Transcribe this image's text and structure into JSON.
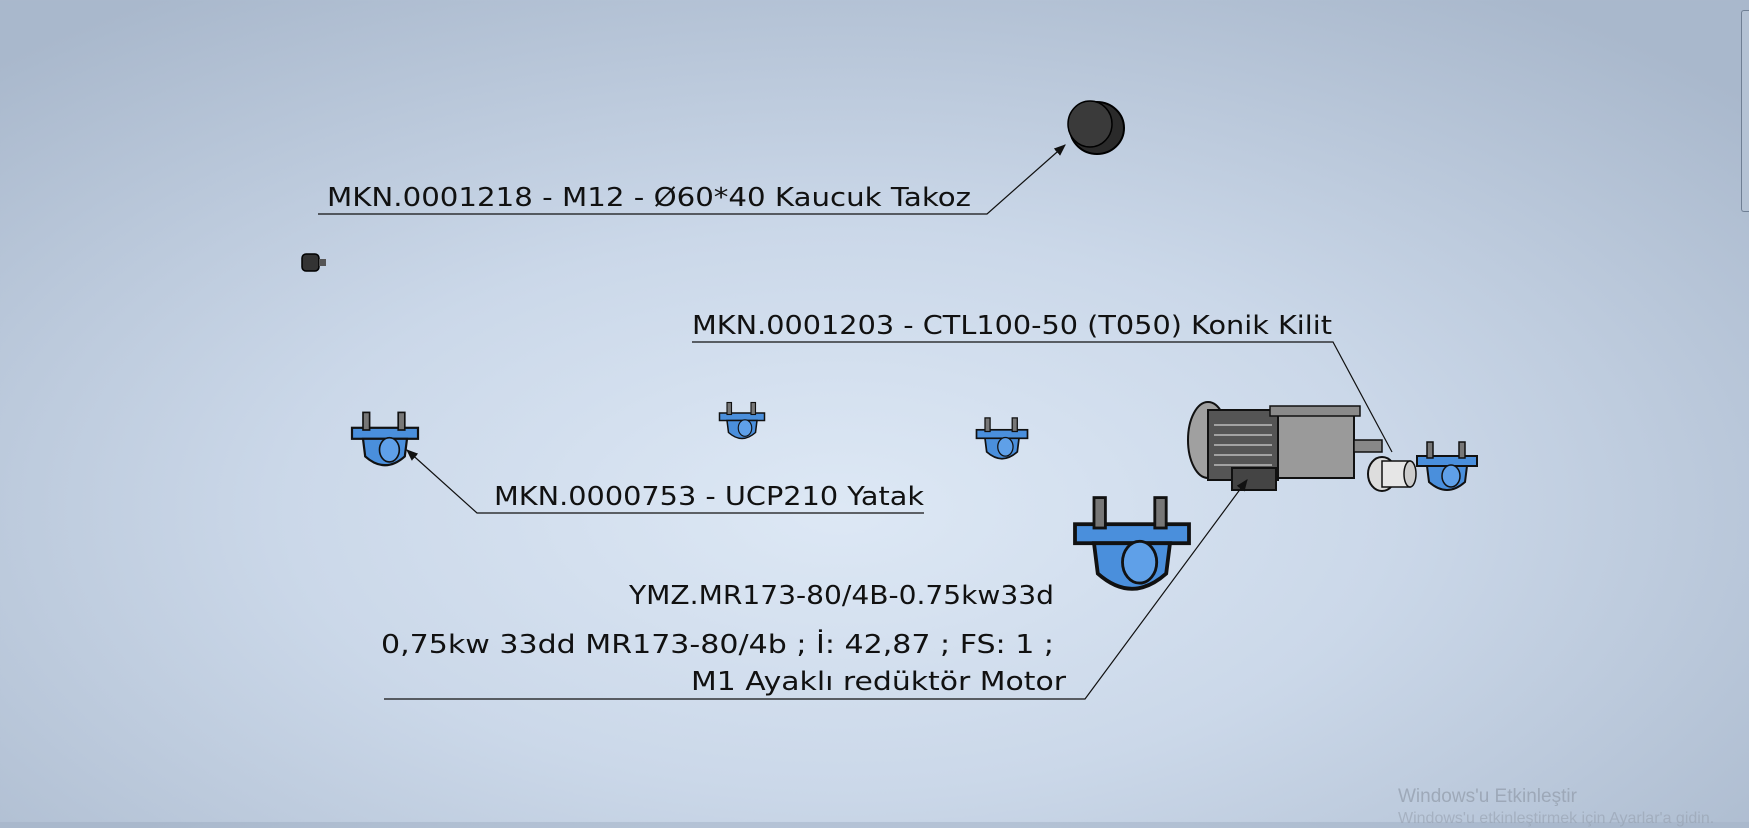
{
  "annotations": {
    "rubber_mount": "MKN.0001218 - M12 - Ø60*40 Kaucuk Takoz",
    "taper_lock": "MKN.0001203 - CTL100-50 (T050) Konik Kilit",
    "bearing": "MKN.0000753 - UCP210 Yatak",
    "motor_line1": "YMZ.MR173-80/4B-0.75kw33d",
    "motor_line2": "0,75kw 33dd  MR173-80/4b ; İ: 42,87 ; FS: 1 ;",
    "motor_line3": "M1 Ayaklı redüktör Motor"
  },
  "watermark": {
    "title": "Windows'u Etkinleştir",
    "subtitle": "Windows'u etkinleştirmek için Ayarlar'a gidin."
  },
  "colors": {
    "part_blue": "#4a8fdc",
    "part_grey": "#9a9a9a",
    "leader": "#111111"
  }
}
